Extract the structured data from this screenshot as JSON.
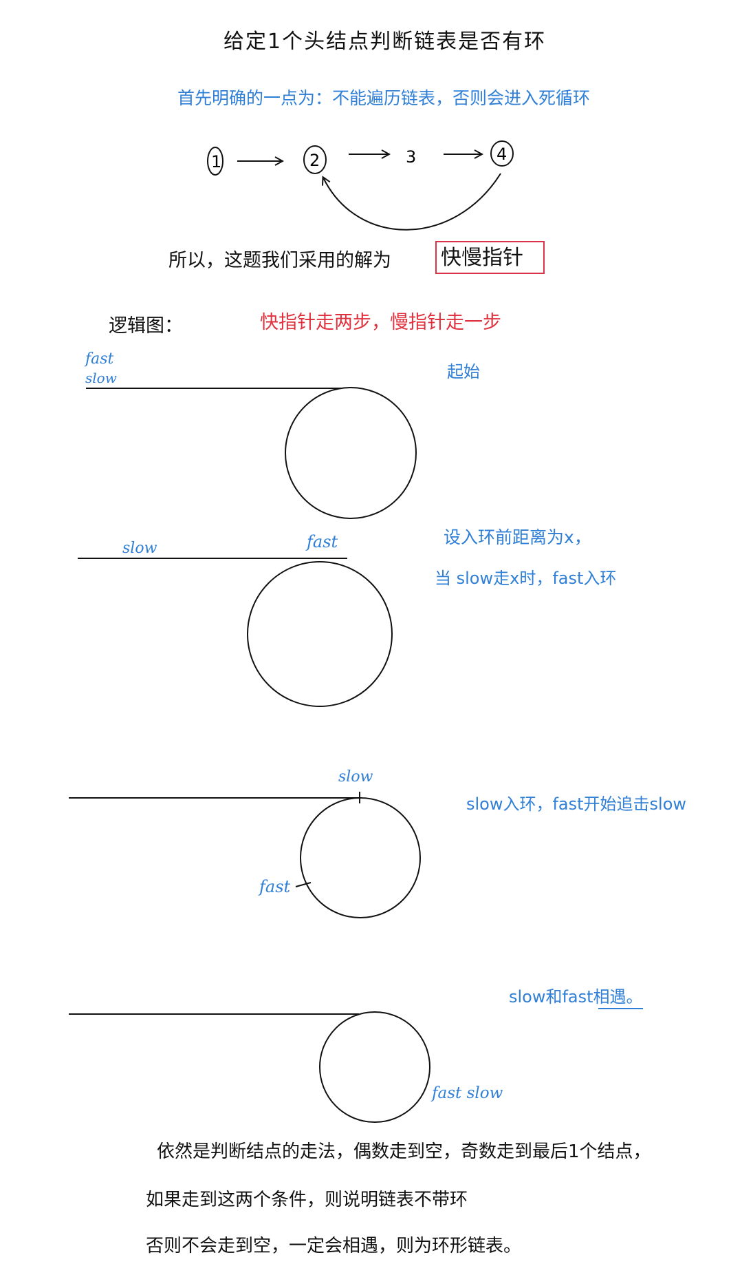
{
  "title": "给定1个头结点判断链表是否有环",
  "intro_note": "首先明确的一点为：不能遍历链表，否则会进入死循环",
  "nodes": [
    "1",
    "2",
    "3",
    "4"
  ],
  "approach": {
    "prefix": "所以，这题我们采用的解为",
    "highlight": "快慢指针"
  },
  "logic": {
    "label": "逻辑图：",
    "rule": "快指针走两步，慢指针走一步"
  },
  "stages": {
    "s1": {
      "fast": "fast",
      "slow": "slow",
      "note": "起始"
    },
    "s2": {
      "slow": "slow",
      "fast": "fast",
      "note1": "设入环前距离为x，",
      "note2": "当 slow走x时，fast入环"
    },
    "s3": {
      "slow": "slow",
      "fast": "fast",
      "note": "slow入环，fast开始追击slow"
    },
    "s4": {
      "note": "slow和fast相遇。",
      "meet": "fast slow"
    }
  },
  "conclusion": {
    "line1": "依然是判断结点的走法，偶数走到空，奇数走到最后1个结点，",
    "line2": "如果走到这两个条件，则说明链表不带环",
    "line3": "否则不会走到空，一定会相遇，则为环形链表。"
  },
  "colors": {
    "ink": "#111111",
    "blue": "#2f7fd6",
    "red": "#e0313e",
    "box": "#d9334a"
  }
}
